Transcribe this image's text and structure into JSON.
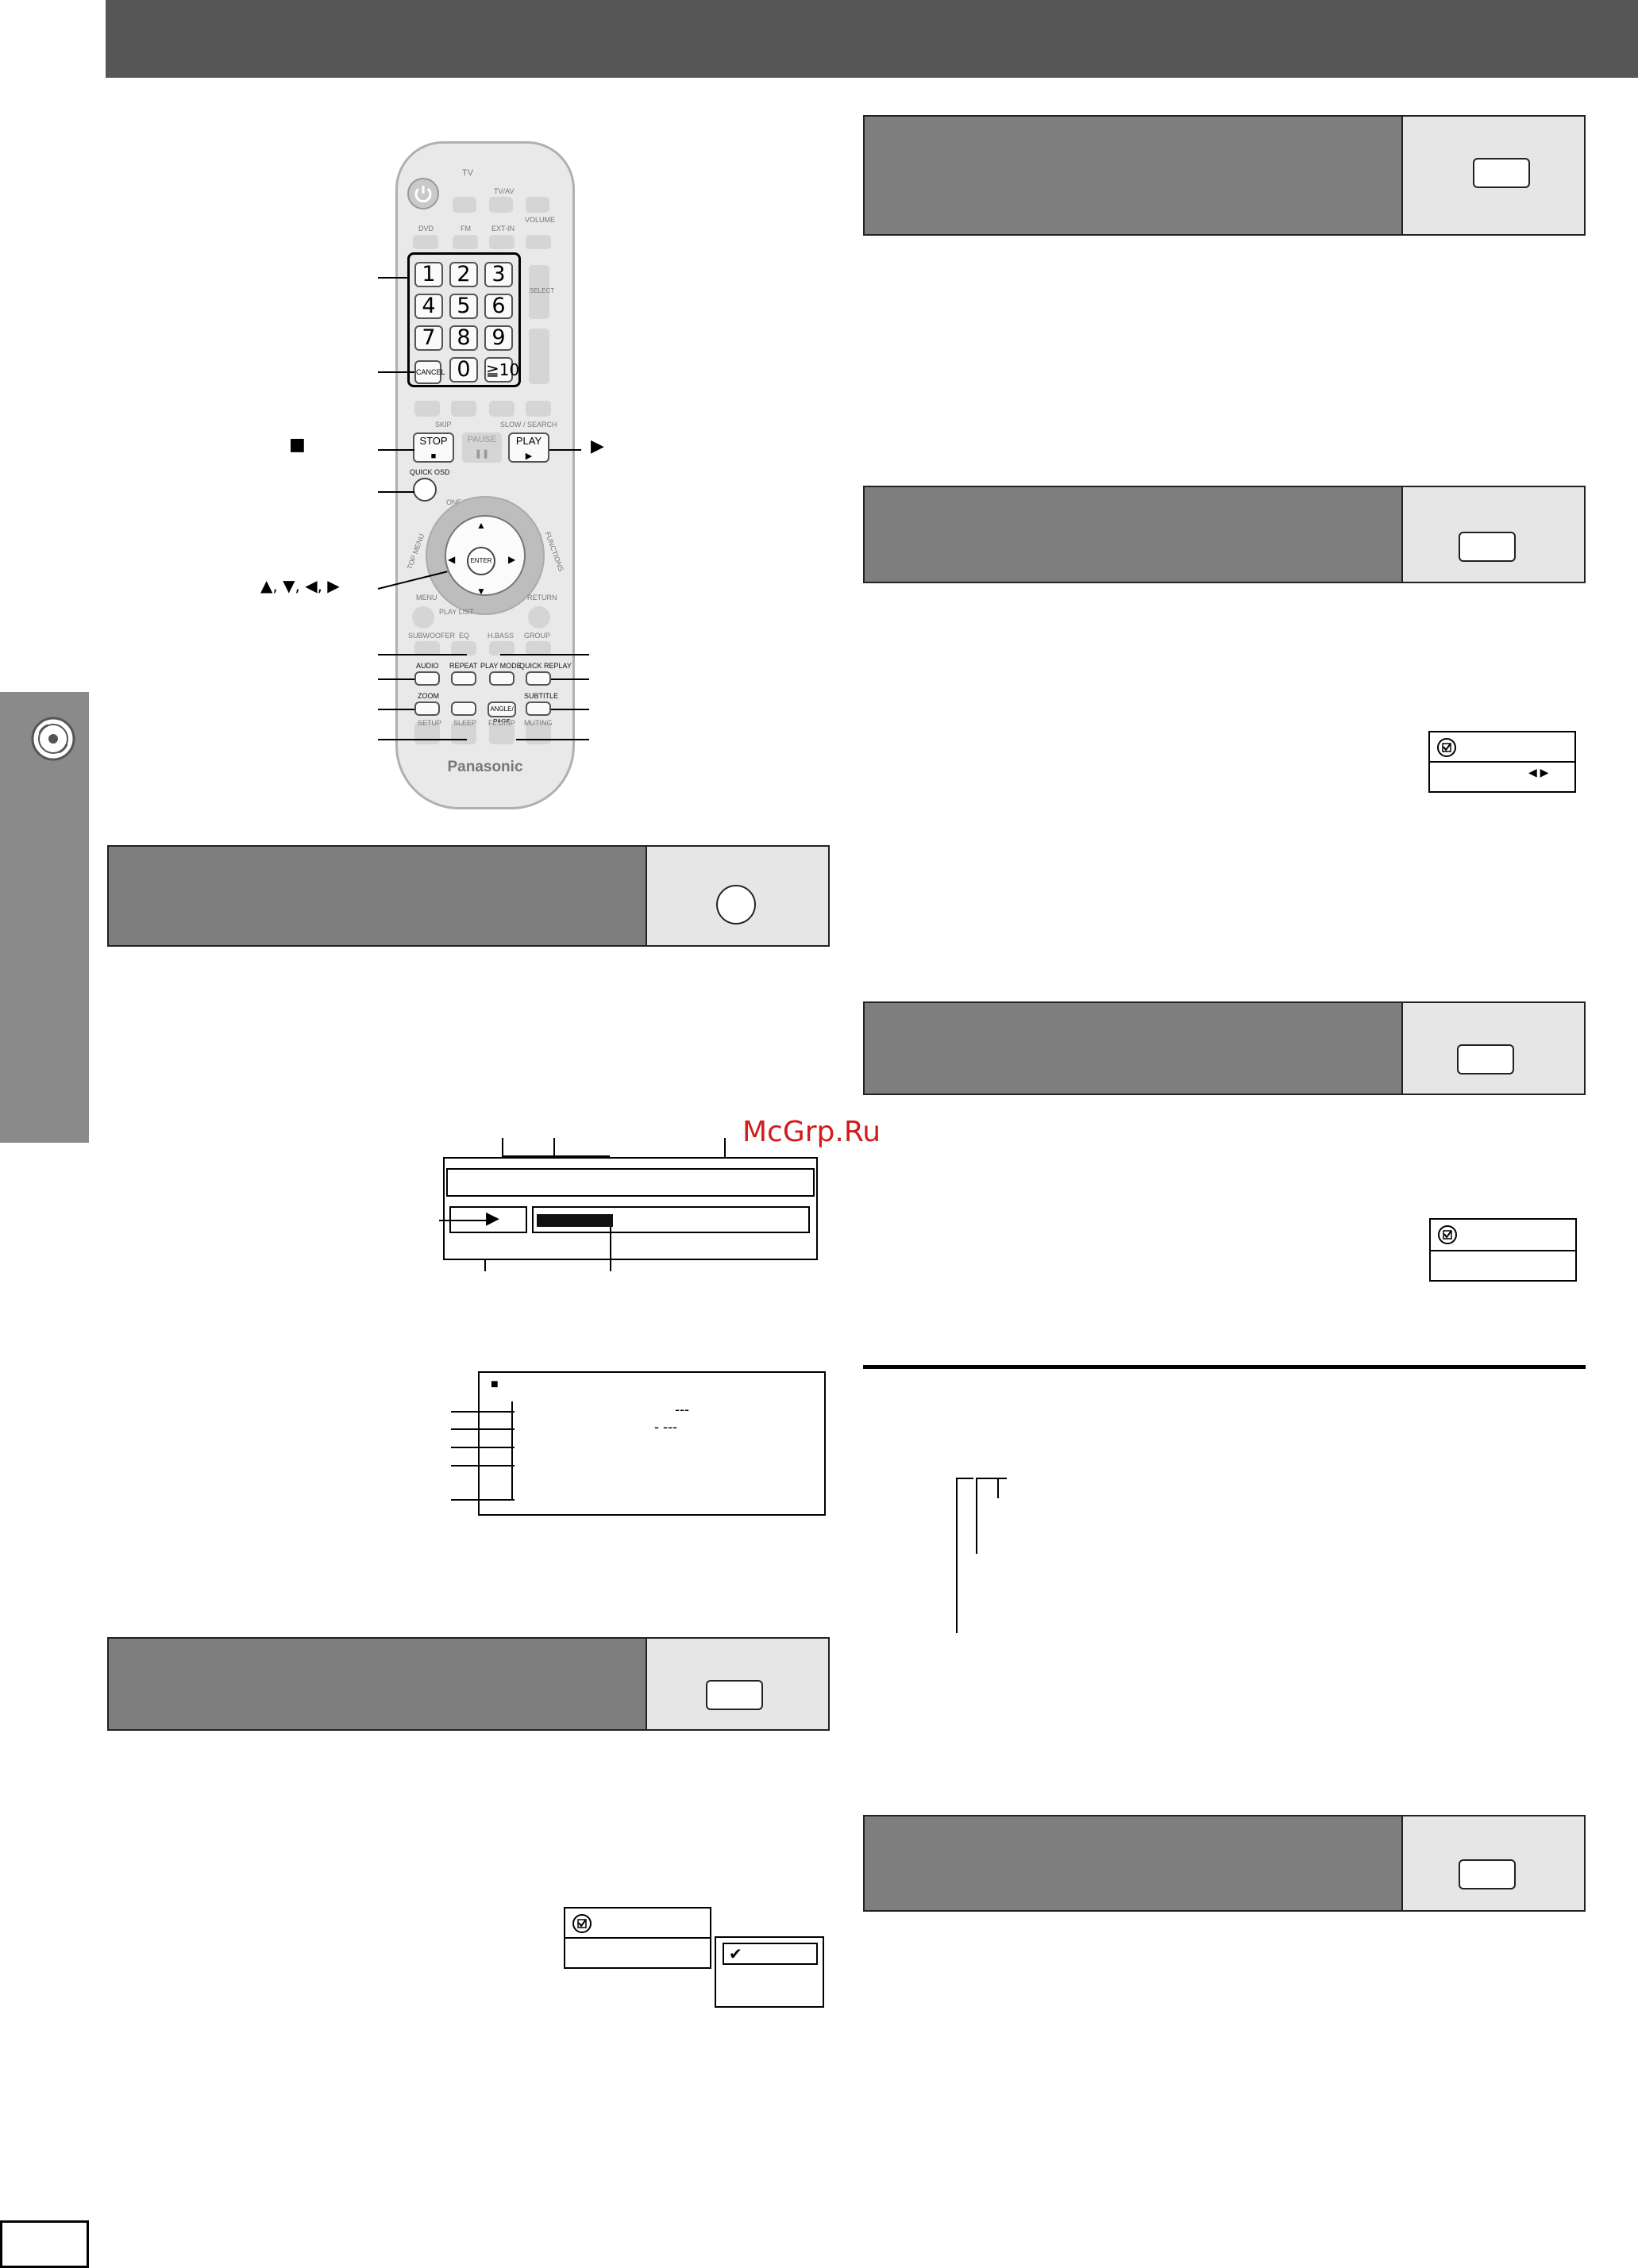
{
  "watermark": "McGrp.Ru",
  "remote": {
    "brand": "Panasonic",
    "tv_label": "TV",
    "tvav_label": "TV/AV",
    "volume_label": "VOLUME",
    "source_labels": [
      "DVD",
      "FM",
      "EXT-IN"
    ],
    "number_keys": [
      "1",
      "2",
      "3",
      "4",
      "5",
      "6",
      "7",
      "8",
      "9",
      "0",
      "≧10"
    ],
    "select_label": "SELECT",
    "cancel_label": "CANCEL",
    "skip_label": "SKIP",
    "slow_search_label": "SLOW / SEARCH",
    "stop_label": "STOP",
    "pause_label": "PAUSE",
    "play_label": "PLAY",
    "quick_osd_label": "QUICK OSD",
    "one_touch_play_label": "ONE TOUCH PLAY",
    "top_menu_label": "TOP MENU",
    "functions_label": "FUNCTIONS",
    "enter_label": "ENTER",
    "menu_label": "MENU",
    "return_label": "RETURN",
    "play_list_label": "PLAY LIST",
    "row_labels_1": [
      "SUBWOOFER",
      "EQ",
      "H.BASS",
      "GROUP"
    ],
    "row_labels_2": [
      "AUDIO",
      "REPEAT",
      "PLAY MODE",
      "QUICK REPLAY"
    ],
    "row_labels_3": [
      "ZOOM",
      "ANGLE/ PAGE",
      "SUBTITLE"
    ],
    "row_labels_4": [
      "SETUP",
      "SLEEP",
      "FL DISP",
      "MUTING"
    ]
  },
  "callout_symbols": {
    "stop": "■",
    "play": "▶",
    "arrows": "▲, ▼, ◀, ▶"
  },
  "osd": {
    "play_arrow": "▶",
    "stop_symbol": "■",
    "dash_1": "---",
    "dash_2": "- ---"
  },
  "setting_boxes": {
    "arrows": "◀ ▶",
    "check": "✔"
  }
}
